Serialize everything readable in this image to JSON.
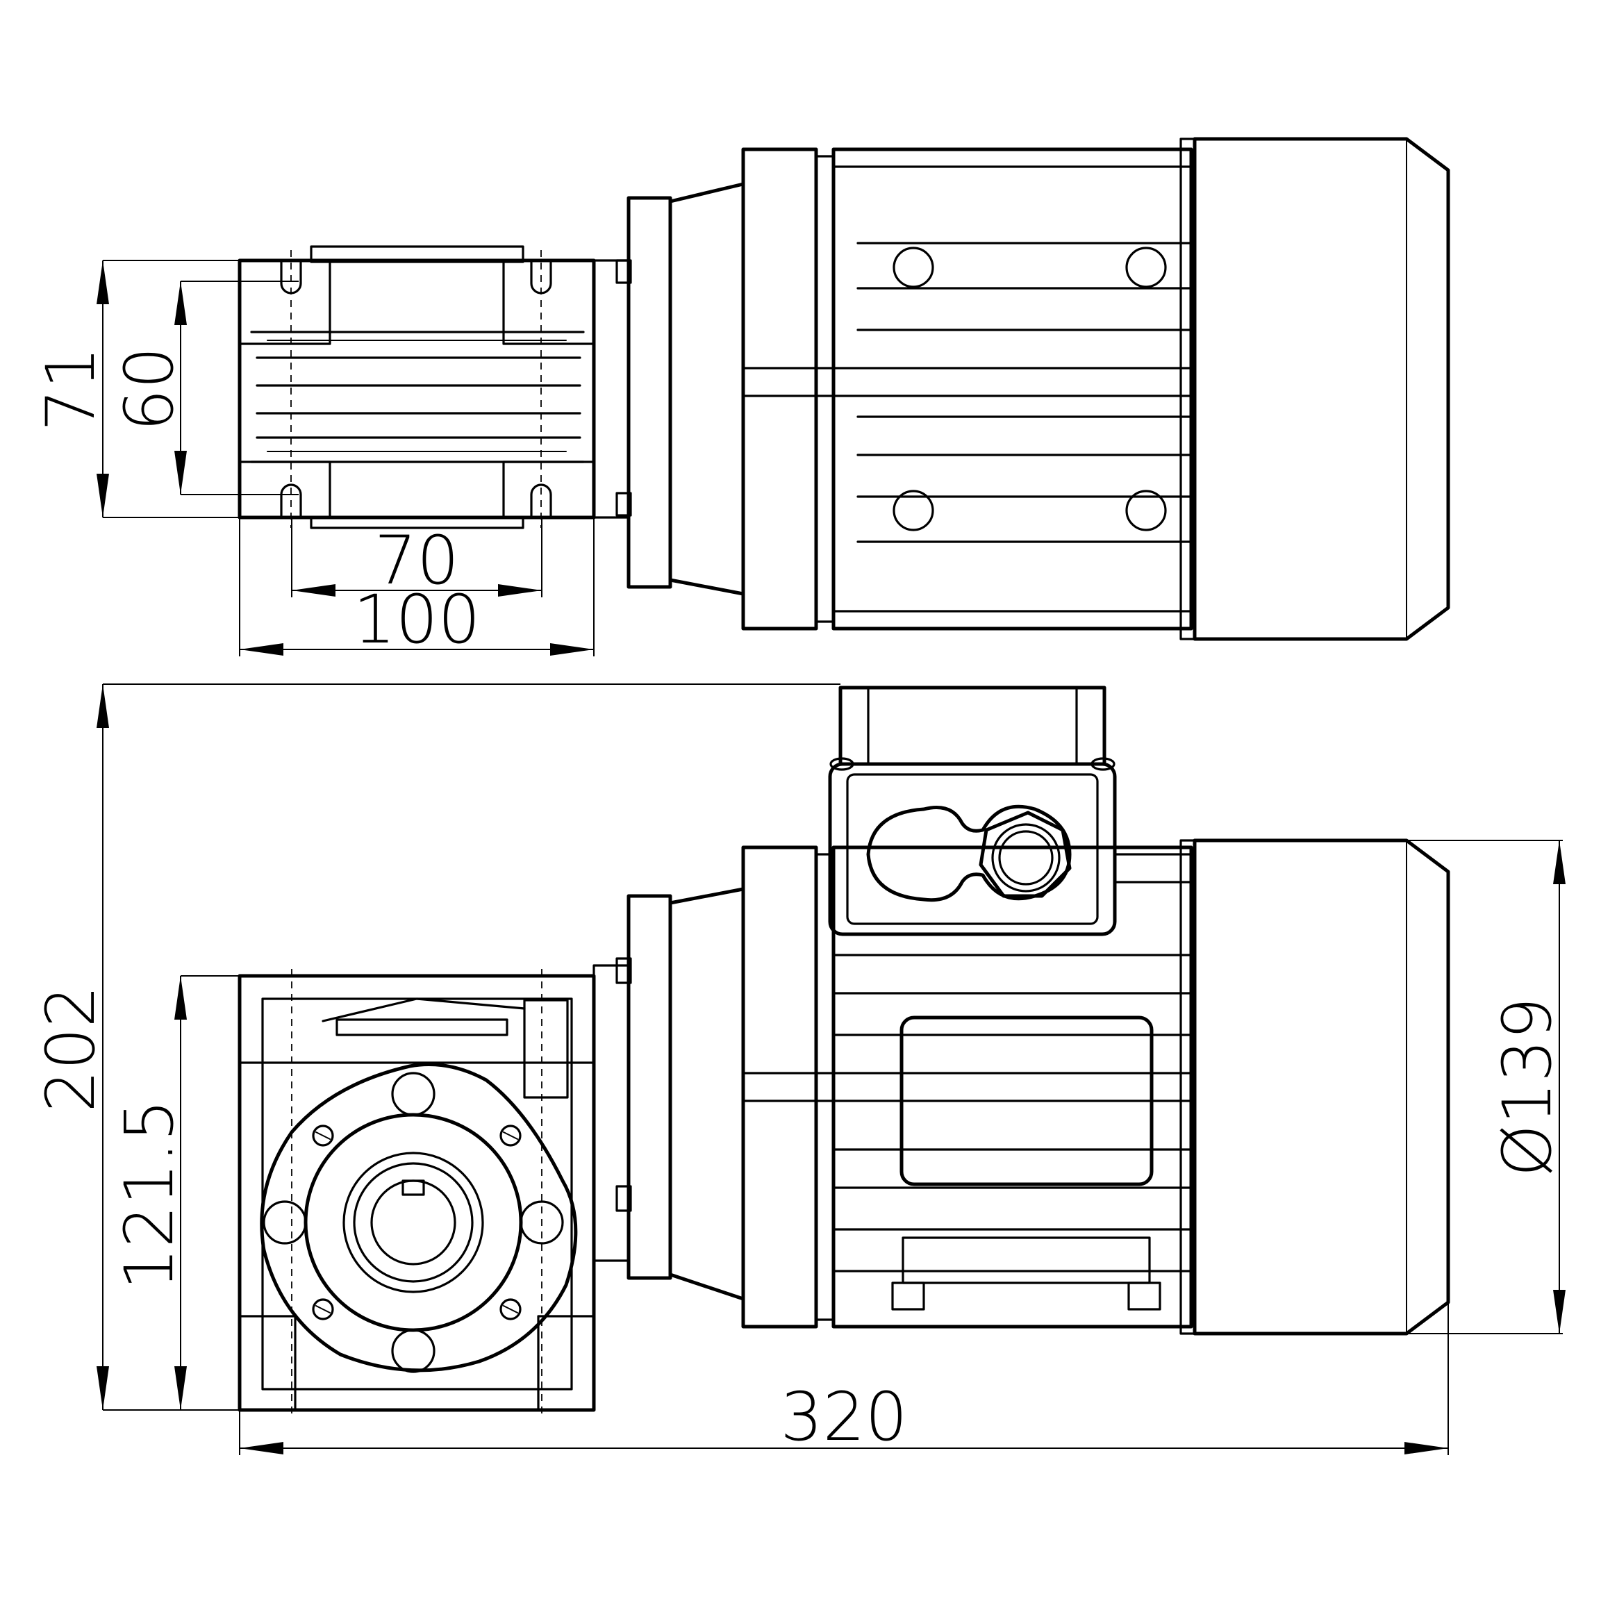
{
  "colors": {
    "line": "#000000",
    "background": "#ffffff"
  },
  "dimensions": {
    "top_view": {
      "height_outer": "71",
      "height_inner": "60",
      "width_inner": "70",
      "width_outer": "100"
    },
    "side_view": {
      "overall_height": "202",
      "shaft_height": "121.5",
      "motor_diameter": "Ø139",
      "overall_length": "320"
    }
  }
}
